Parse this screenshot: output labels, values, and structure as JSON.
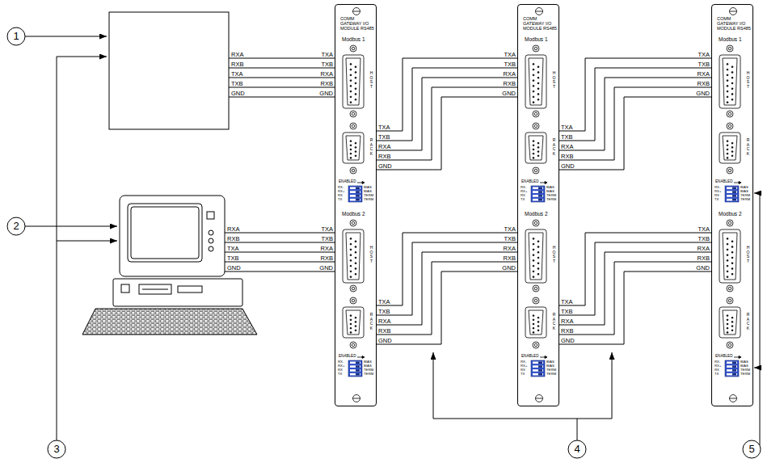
{
  "diagram": {
    "nodes": [
      {
        "text": [
          "COMM GATEWAY I/O MODULE RS485",
          "Modbus 1",
          "HOST",
          "RACK",
          "ENABLED",
          "RX-",
          "RX+",
          "RX",
          "TX",
          "BIAS",
          "BIAS",
          "TERM",
          "TERM",
          "Modbus 2",
          "HOST",
          "RACK",
          "ENABLED",
          "RX-",
          "RX+",
          "RX",
          "TX",
          "BIAS",
          "BIAS",
          "TERM",
          "TERM"
        ]
      },
      {
        "text": [
          "COMM GATEWAY I/O MODULE RS485",
          "Modbus 1",
          "HOST",
          "RACK",
          "ENABLED",
          "RX-",
          "RX+",
          "RX",
          "TX",
          "BIAS",
          "BIAS",
          "TERM",
          "TERM",
          "Modbus 2",
          "HOST",
          "RACK",
          "ENABLED",
          "RX-",
          "RX+",
          "RX",
          "TX",
          "BIAS",
          "BIAS",
          "TERM",
          "TERM"
        ]
      },
      {
        "text": [
          "COMM GATEWAY I/O MODULE RS485",
          "Modbus 1",
          "HOST",
          "RACK",
          "ENABLED",
          "RX-",
          "RX+",
          "RX",
          "TX",
          "BIAS",
          "BIAS",
          "TERM",
          "TERM",
          "Modbus 2",
          "HOST",
          "RACK",
          "ENABLED",
          "RX-",
          "RX+",
          "RX",
          "TX",
          "BIAS",
          "BIAS",
          "TERM",
          "TERM"
        ]
      }
    ],
    "edges": [
      {
        "from": 0,
        "to": 1,
        "arrow": "none"
      },
      {
        "from": 0,
        "to": 1,
        "arrow": "none"
      },
      {
        "from": 1,
        "to": 2,
        "arrow": "none"
      },
      {
        "from": 1,
        "to": 2,
        "arrow": "none"
      }
    ],
    "labels": [
      "1",
      "2",
      "3",
      "4",
      "5",
      "RXA",
      "RXB",
      "TXA",
      "TXB",
      "GND",
      "TXA",
      "TXB",
      "RXA",
      "RXB",
      "GND",
      "RXA",
      "RXB",
      "TXA",
      "TXB",
      "GND",
      "TXA",
      "TXB",
      "RXA",
      "RXB",
      "GND",
      "TXA",
      "TXB",
      "RXA",
      "RXB",
      "GND",
      "TXA",
      "TXB",
      "RXA",
      "RXB",
      "GND",
      "TXA",
      "TXB",
      "RXA",
      "RXB",
      "GND",
      "TXA",
      "TXB",
      "RXA",
      "RXB",
      "GND",
      "TXA",
      "TXB",
      "RXA",
      "RXB",
      "GND",
      "TXA",
      "TXB",
      "RXA",
      "RXB",
      "GND",
      "TXA",
      "TXB",
      "RXA",
      "RXB",
      "GND",
      "TXA",
      "TXB",
      "RXA",
      "RXB",
      "GND"
    ]
  }
}
